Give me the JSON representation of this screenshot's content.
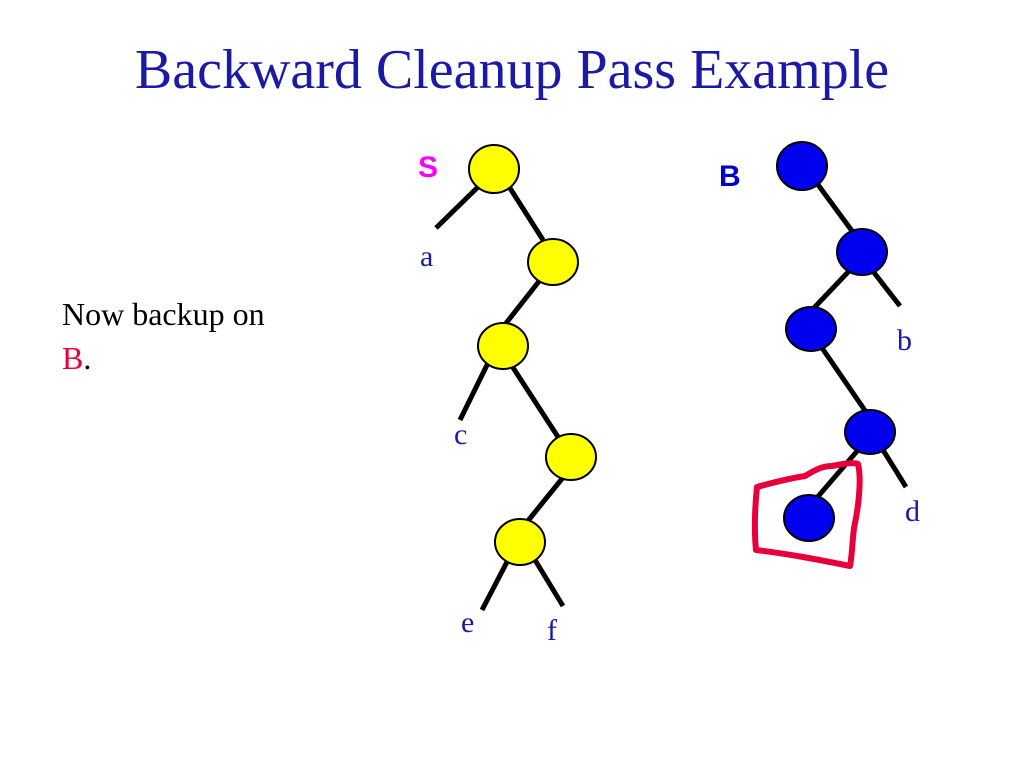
{
  "slide": {
    "title": "Backward Cleanup Pass Example",
    "body_line_1": "Now backup on",
    "body_highlight": "B",
    "body_punct": "."
  },
  "trees": {
    "s": {
      "name": "S",
      "name_color": "#ff00ff",
      "node_color": "#ffff00",
      "leaves": [
        "a",
        "c",
        "e",
        "f"
      ]
    },
    "b": {
      "name": "B",
      "name_color": "#0000cc",
      "node_color": "#0000ee",
      "leaves": [
        "b",
        "d"
      ]
    }
  },
  "colors": {
    "title": "#1a1aa6",
    "highlight": "#e8003a",
    "leaf_label": "#1a1aa6",
    "annotation": "#e8003a"
  }
}
